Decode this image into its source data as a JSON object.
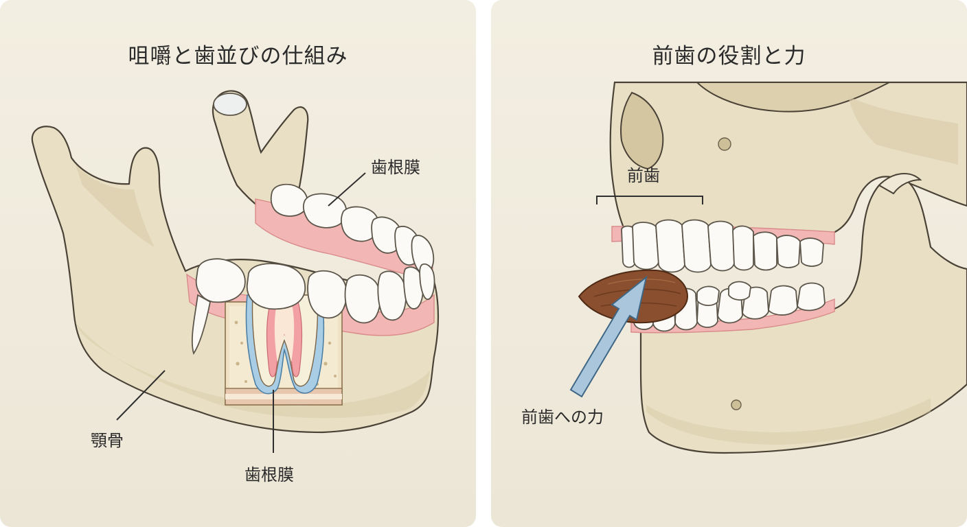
{
  "left_panel": {
    "title": "咀嚼と歯並びの仕組み",
    "labels": {
      "periodontal_top": "歯根膜",
      "jaw_bone": "顎骨",
      "periodontal_bottom": "歯根膜"
    }
  },
  "right_panel": {
    "title": "前歯の役割と力",
    "labels": {
      "front_teeth": "前歯",
      "force_on_front_teeth": "前歯への力"
    }
  },
  "colors": {
    "background": "#efeadc",
    "bone": "#e8dfc4",
    "gum": "#f2b7b5",
    "tooth": "#fbfaf6",
    "force_arrow": "#a9c6dc",
    "nut": "#8a4f2e"
  }
}
